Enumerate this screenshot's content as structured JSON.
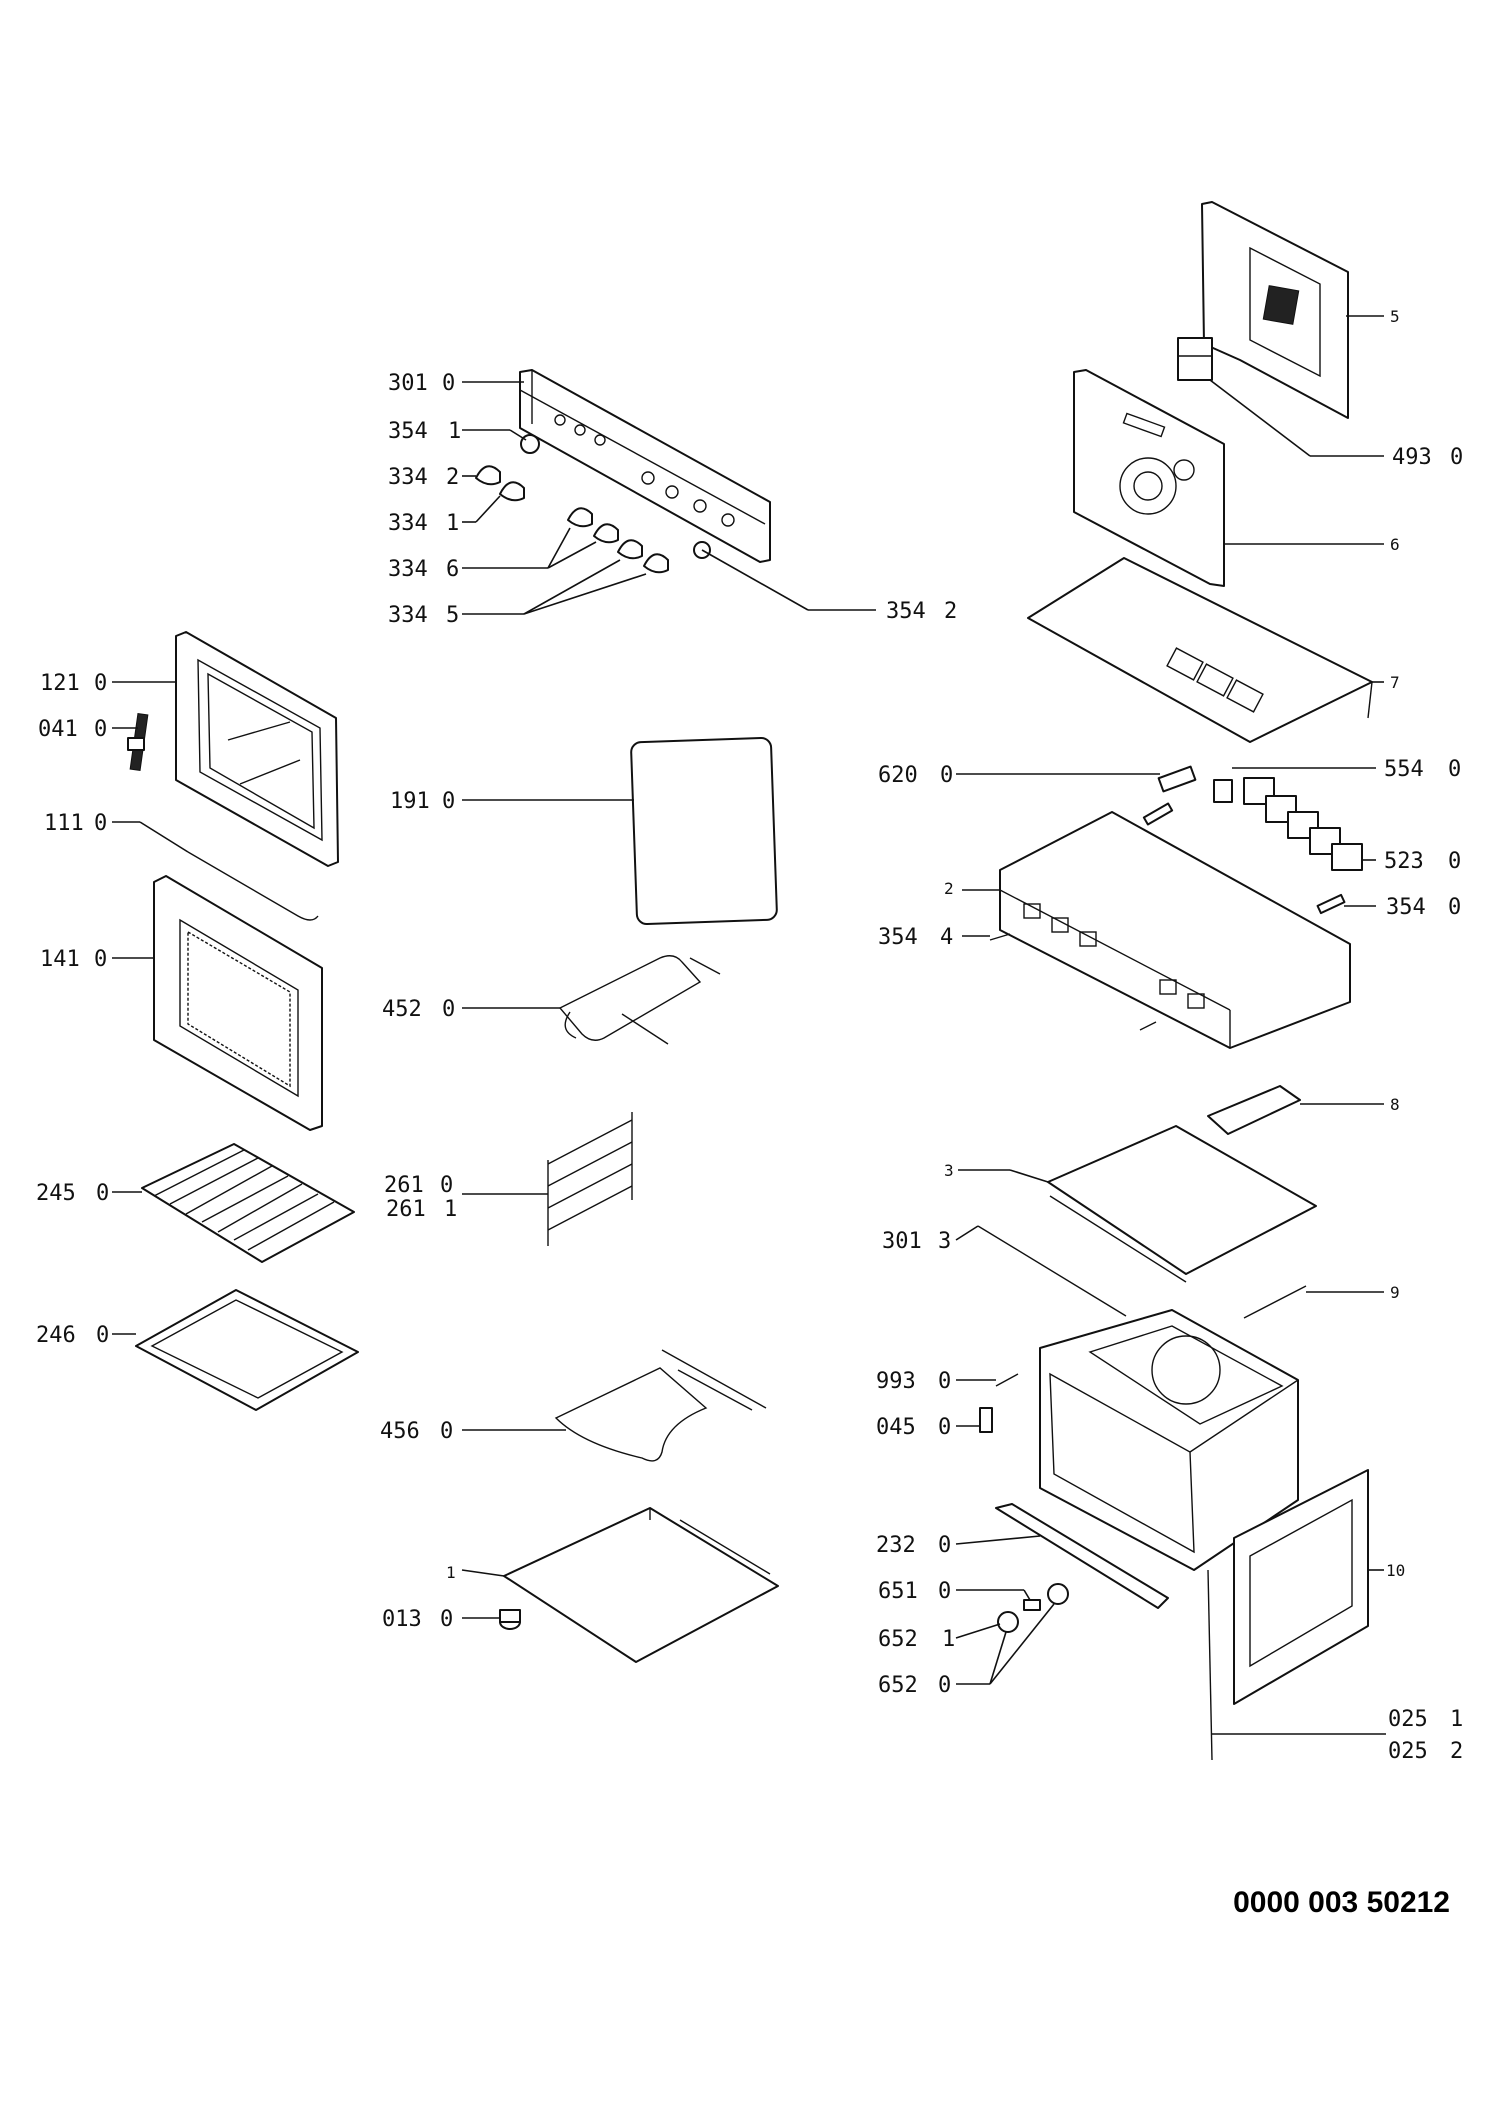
{
  "document_number": "0000 003 50212",
  "callouts": [
    {
      "id": "c-301-0",
      "code": "301",
      "variant": "0"
    },
    {
      "id": "c-354-1",
      "code": "354",
      "variant": "1"
    },
    {
      "id": "c-334-2",
      "code": "334",
      "variant": "2"
    },
    {
      "id": "c-334-1",
      "code": "334",
      "variant": "1"
    },
    {
      "id": "c-334-6",
      "code": "334",
      "variant": "6"
    },
    {
      "id": "c-334-5",
      "code": "334",
      "variant": "5"
    },
    {
      "id": "c-354-2",
      "code": "354",
      "variant": "2"
    },
    {
      "id": "c-121-0",
      "code": "121",
      "variant": "0"
    },
    {
      "id": "c-041-0",
      "code": "041",
      "variant": "0"
    },
    {
      "id": "c-191-0",
      "code": "191",
      "variant": "0"
    },
    {
      "id": "c-111-0",
      "code": "111",
      "variant": "0"
    },
    {
      "id": "c-141-0",
      "code": "141",
      "variant": "0"
    },
    {
      "id": "c-452-0",
      "code": "452",
      "variant": "0"
    },
    {
      "id": "c-261-0",
      "code": "261",
      "variant": "0"
    },
    {
      "id": "c-261-1",
      "code": "261",
      "variant": "1"
    },
    {
      "id": "c-245-0",
      "code": "245",
      "variant": "0"
    },
    {
      "id": "c-246-0",
      "code": "246",
      "variant": "0"
    },
    {
      "id": "c-456-0",
      "code": "456",
      "variant": "0"
    },
    {
      "id": "c-1",
      "code": "1",
      "variant": ""
    },
    {
      "id": "c-013-0",
      "code": "013",
      "variant": "0"
    },
    {
      "id": "c-5",
      "code": "5",
      "variant": ""
    },
    {
      "id": "c-493-0",
      "code": "493",
      "variant": "0"
    },
    {
      "id": "c-6",
      "code": "6",
      "variant": ""
    },
    {
      "id": "c-7",
      "code": "7",
      "variant": ""
    },
    {
      "id": "c-620-0",
      "code": "620",
      "variant": "0"
    },
    {
      "id": "c-554-0",
      "code": "554",
      "variant": "0"
    },
    {
      "id": "c-523-0",
      "code": "523",
      "variant": "0"
    },
    {
      "id": "c-2",
      "code": "2",
      "variant": ""
    },
    {
      "id": "c-354-0",
      "code": "354",
      "variant": "0"
    },
    {
      "id": "c-354-4",
      "code": "354",
      "variant": "4"
    },
    {
      "id": "c-8",
      "code": "8",
      "variant": ""
    },
    {
      "id": "c-3",
      "code": "3",
      "variant": ""
    },
    {
      "id": "c-301-3",
      "code": "301",
      "variant": "3"
    },
    {
      "id": "c-9",
      "code": "9",
      "variant": ""
    },
    {
      "id": "c-993-0",
      "code": "993",
      "variant": "0"
    },
    {
      "id": "c-045-0",
      "code": "045",
      "variant": "0"
    },
    {
      "id": "c-232-0",
      "code": "232",
      "variant": "0"
    },
    {
      "id": "c-651-0",
      "code": "651",
      "variant": "0"
    },
    {
      "id": "c-652-1",
      "code": "652",
      "variant": "1"
    },
    {
      "id": "c-652-0",
      "code": "652",
      "variant": "0"
    },
    {
      "id": "c-10",
      "code": "10",
      "variant": ""
    },
    {
      "id": "c-025-1",
      "code": "025",
      "variant": "1"
    },
    {
      "id": "c-025-2",
      "code": "025",
      "variant": "2"
    }
  ]
}
